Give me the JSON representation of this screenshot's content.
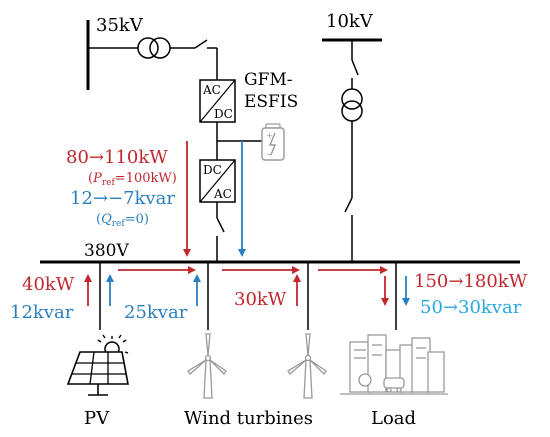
{
  "labels": {
    "hv_voltage": "35kV",
    "mv_voltage": "10kV",
    "lv_voltage": "380V",
    "device_line1": "GFM-",
    "device_line2": "ESFIS",
    "conv1_ac": "AC",
    "conv1_dc": "DC",
    "conv2_dc": "DC",
    "conv2_ac": "AC",
    "active_power_change": "80→110kW",
    "p_ref_open": "(",
    "p_ref_symbol": "P",
    "p_ref_sub": "ref",
    "p_ref_value": "=100kW)",
    "reactive_power_change": "12→−7kvar",
    "q_ref_open": "(",
    "q_ref_symbol": "Q",
    "q_ref_sub": "ref",
    "q_ref_value": "=0)",
    "pv_active": "40kW",
    "pv_reactive": "12kvar",
    "wind_reactive": "25kvar",
    "wind_active": "30kW",
    "load_active_change": "150→180kW",
    "load_reactive_change": "50→30kvar",
    "pv_caption": "PV",
    "wind_caption": "Wind turbines",
    "load_caption": "Load"
  },
  "colors": {
    "active_power": "#c0282d",
    "reactive_power": "#2a7fc1",
    "load_reactive": "#27a9e1",
    "line": "#000000",
    "icon_gray": "#9a9a9a"
  }
}
